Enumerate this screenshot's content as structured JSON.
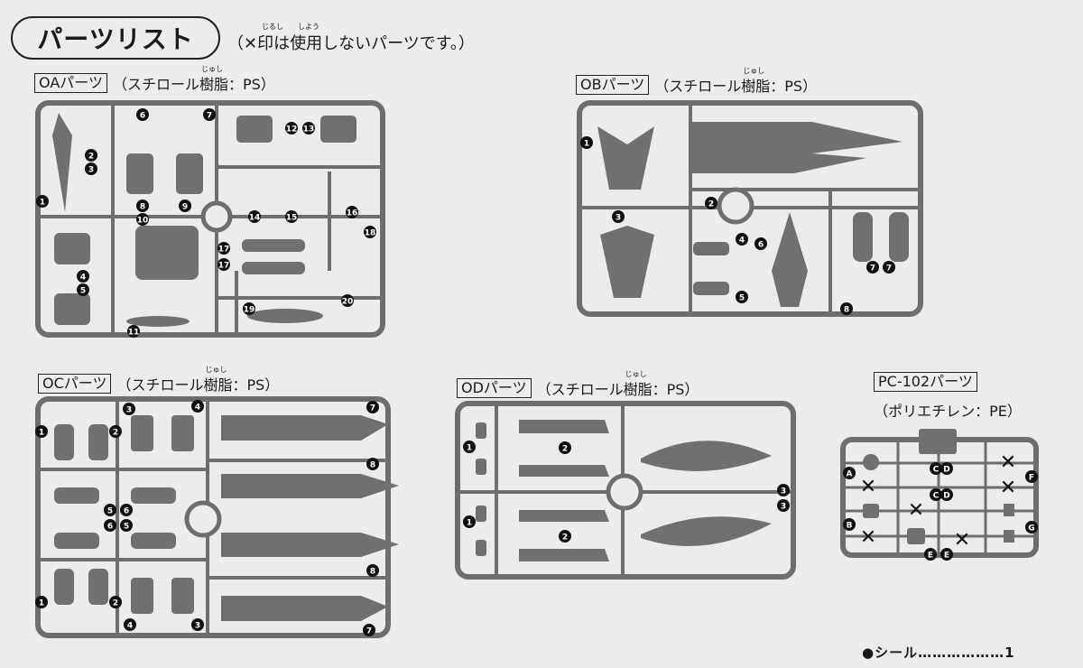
{
  "header": {
    "title": "パーツリスト",
    "note": "（✕印は使用しないパーツです。）",
    "note_ruby": [
      "じるし",
      "しよう"
    ]
  },
  "sections": {
    "oa": {
      "name": "OAパーツ",
      "material": "（スチロール樹脂：PS）",
      "markers": [
        "6",
        "7",
        "2",
        "3",
        "1",
        "12",
        "13",
        "8",
        "9",
        "10",
        "14",
        "15",
        "16",
        "17",
        "17",
        "18",
        "4",
        "5",
        "19",
        "20",
        "11"
      ]
    },
    "ob": {
      "name": "OBパーツ",
      "material": "（スチロール樹脂：PS）",
      "markers": [
        "1",
        "2",
        "3",
        "4",
        "6",
        "5",
        "7",
        "7",
        "8"
      ]
    },
    "oc": {
      "name": "OCパーツ",
      "material": "（スチロール樹脂：PS）",
      "markers": [
        "3",
        "4",
        "7",
        "1",
        "2",
        "8",
        "5",
        "6",
        "6",
        "5",
        "8",
        "1",
        "2",
        "4",
        "3",
        "7"
      ]
    },
    "od": {
      "name": "ODパーツ",
      "material": "（スチロール樹脂：PS）",
      "markers": [
        "1",
        "1",
        "2",
        "2",
        "3",
        "3"
      ]
    },
    "pc": {
      "name": "PC-102パーツ",
      "material": "（ポリエチレン：PE）",
      "markers": [
        "A",
        "B",
        "C",
        "D",
        "C",
        "D",
        "E",
        "E",
        "F",
        "G"
      ],
      "unused_mark": "✕"
    }
  },
  "ruby": {
    "jushi": "じゅし"
  },
  "footer": {
    "seal": "●シール………………1"
  },
  "colors": {
    "sprue": "#6e6e6e",
    "part": "#707070",
    "paper": "#ecedeb",
    "ink": "#1a1a1a"
  }
}
